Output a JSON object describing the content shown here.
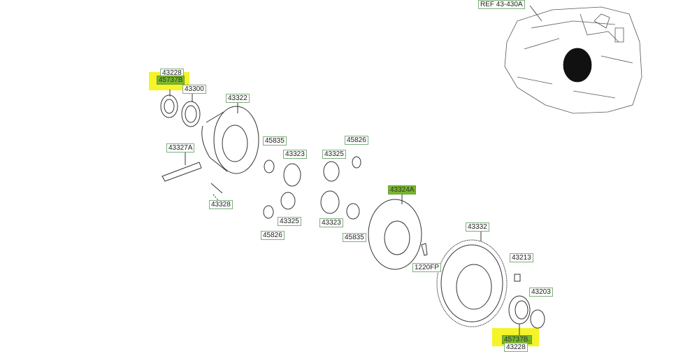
{
  "reference": {
    "label": "REF 43-430A"
  },
  "parts": [
    {
      "id": "p1",
      "number": "43228"
    },
    {
      "id": "p2",
      "number": "45737B",
      "highlighted": true
    },
    {
      "id": "p3",
      "number": "43300"
    },
    {
      "id": "p4",
      "number": "43322"
    },
    {
      "id": "p5",
      "number": "43327A"
    },
    {
      "id": "p6",
      "number": "43328"
    },
    {
      "id": "p7",
      "number": "45835"
    },
    {
      "id": "p8",
      "number": "43323"
    },
    {
      "id": "p9",
      "number": "43325"
    },
    {
      "id": "p10",
      "number": "45826"
    },
    {
      "id": "p11",
      "number": "43325"
    },
    {
      "id": "p12",
      "number": "45826"
    },
    {
      "id": "p13",
      "number": "43323"
    },
    {
      "id": "p14",
      "number": "45835"
    },
    {
      "id": "p15",
      "number": "43324A"
    },
    {
      "id": "p16",
      "number": "1220FP"
    },
    {
      "id": "p17",
      "number": "43332"
    },
    {
      "id": "p18",
      "number": "43213"
    },
    {
      "id": "p19",
      "number": "43203"
    },
    {
      "id": "p20",
      "number": "45737B.",
      "highlighted": true
    },
    {
      "id": "p21",
      "number": "43228"
    }
  ],
  "colors": {
    "highlight": "#f2f200",
    "label_highlight": "#79b82a",
    "label_border": "#7fae7f"
  }
}
